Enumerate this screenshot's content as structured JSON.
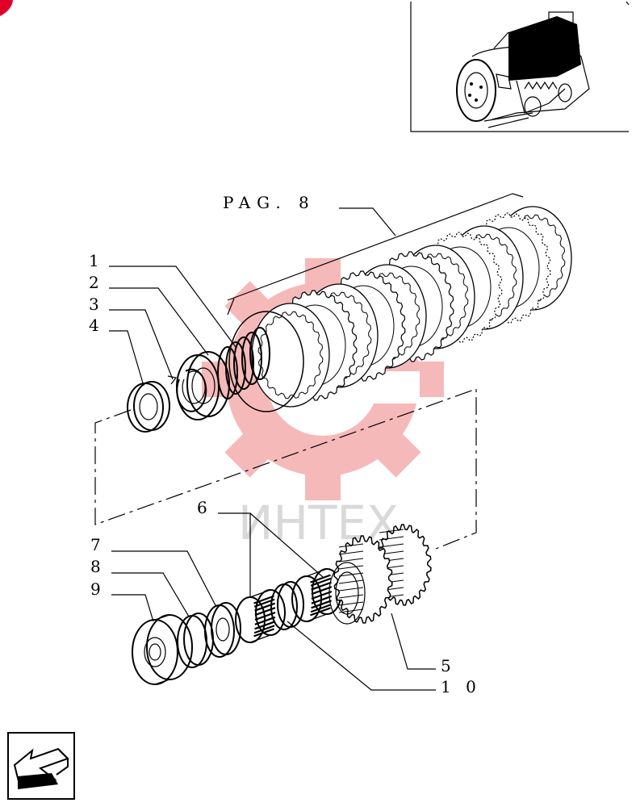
{
  "drawing": {
    "page_ref": "PAG. 8",
    "watermark_text": "ИНТЕХ",
    "callouts": [
      "1",
      "2",
      "3",
      "4",
      "6",
      "7",
      "8",
      "9",
      "5",
      "1 0"
    ]
  },
  "icons": {
    "corner_mark": "red-corner-mark-icon",
    "nav": "back-arrow-icon"
  },
  "colors": {
    "ink": "#000000",
    "watermark": "#f08080",
    "corner_mark": "#e0002a"
  }
}
